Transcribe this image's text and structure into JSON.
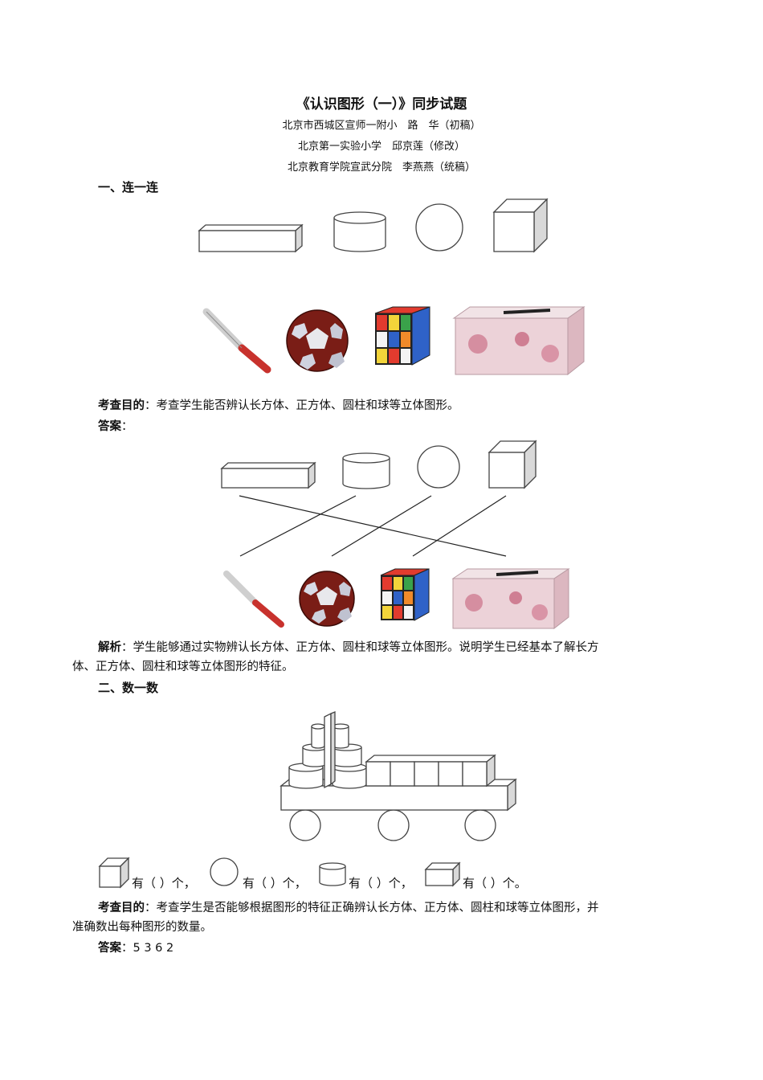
{
  "doc": {
    "title": "《认识图形（一）》同步试题",
    "authors": [
      "北京市西城区宣师一附小　路　华（初稿）",
      "北京第一实验小学　邱京莲（修改）",
      "北京教育学院宣武分院　李燕燕（统稿）"
    ]
  },
  "section1": {
    "heading": "一、连一连",
    "objects": [
      "pen-icon",
      "soccer-ball-icon",
      "rubiks-cube-icon",
      "tissue-box-icon"
    ],
    "purpose_label": "考查目的",
    "purpose_text": "：考查学生能否辨认长方体、正方体、圆柱和球等立体图形。",
    "answer_label": "答案",
    "answer_text": "：",
    "analysis_label": "解析",
    "analysis_text": "：学生能够通过实物辨认长方体、正方体、圆柱和球等立体图形。说明学生已经基本了解长方",
    "analysis_text2": "体、正方体、圆柱和球等立体图形的特征。"
  },
  "section2": {
    "heading": "二、数一数",
    "count_items": [
      {
        "shape": "cube-icon",
        "text": "有（ ）个，"
      },
      {
        "shape": "sphere-icon",
        "text": "有（ ）个，"
      },
      {
        "shape": "cylinder-icon",
        "text": "有（ ）个，"
      },
      {
        "shape": "cuboid-icon",
        "text": "有（ ）个。"
      }
    ],
    "purpose_label": "考查目的",
    "purpose_text": "：考查学生是否能够根据图形的特征正确辨认长方体、正方体、圆柱和球等立体图形，并",
    "purpose_text2": "准确数出每种图形的数量。",
    "answer_label": "答案",
    "answer_text": "：5 3 6 2"
  },
  "colors": {
    "pen_red": "#c8322d",
    "ball_dark": "#6b1a14",
    "cube_colors": [
      "#e23b2e",
      "#f2d43a",
      "#2f62c8",
      "#3aa24a",
      "#f08a2a",
      "#f4f4f4"
    ],
    "tissue_pink": "#e9c7cf"
  }
}
